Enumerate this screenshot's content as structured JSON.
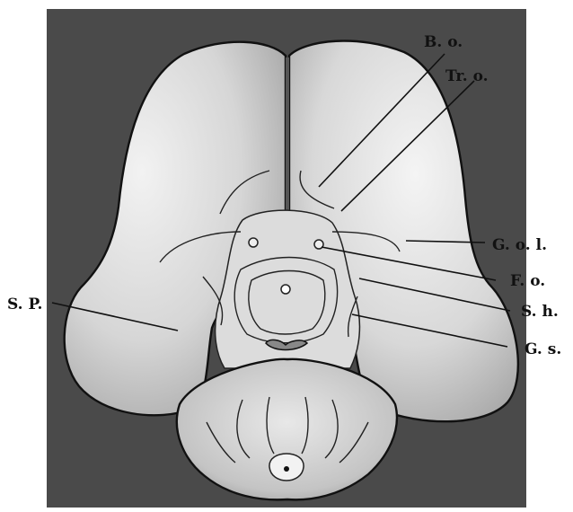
{
  "colors": {
    "background": "#4a4a4a",
    "brain": "#dcdcdc",
    "shadow": "#9a9a9a",
    "ink": "#111111"
  },
  "labels": {
    "bo": "B. o.",
    "tro": "Tr. o.",
    "gol": "G. o. l.",
    "fo": "F. o.",
    "sh": "S. h.",
    "gs": "G. s.",
    "sp": "S. P."
  }
}
